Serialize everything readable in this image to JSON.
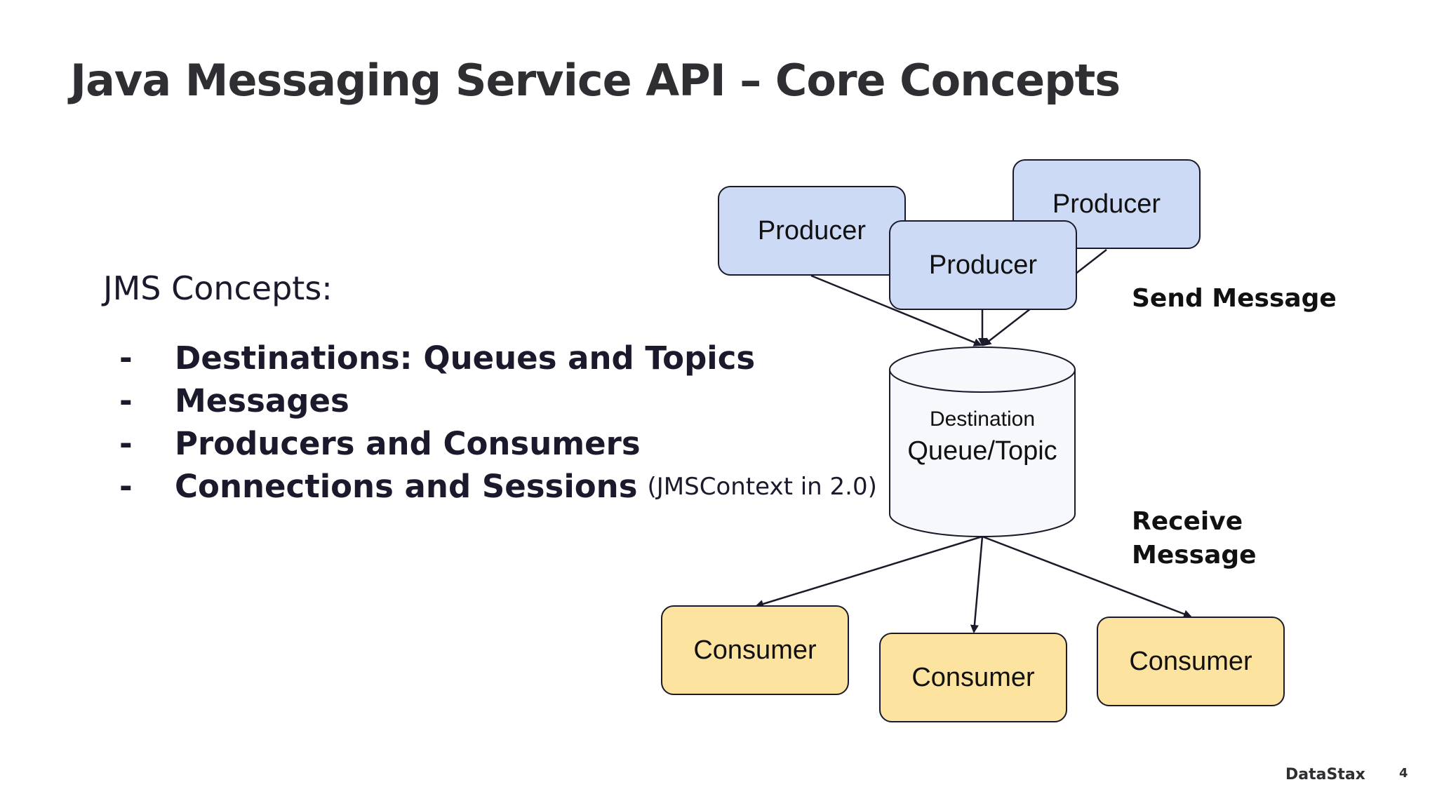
{
  "slide": {
    "title": "Java Messaging Service API – Core Concepts",
    "page_number": "4",
    "brand": "DataStax"
  },
  "concepts": {
    "heading": "JMS Concepts:",
    "bullet_marker": "-",
    "items": [
      {
        "text": "Destinations: Queues and Topics",
        "note": ""
      },
      {
        "text": "Messages",
        "note": ""
      },
      {
        "text": "Producers and Consumers",
        "note": ""
      },
      {
        "text": "Connections and Sessions",
        "note": "(JMSContext in 2.0)"
      }
    ]
  },
  "diagram": {
    "producers": [
      "Producer",
      "Producer",
      "Producer"
    ],
    "destination": {
      "caption": "Destination",
      "name": "Queue/Topic"
    },
    "consumers": [
      "Consumer",
      "Consumer",
      "Consumer"
    ],
    "send_label": "Send Message",
    "receive_label": "Receive Message",
    "colors": {
      "producer_fill": "#ccdaf6",
      "consumer_fill": "#fce3a0",
      "destination_fill": "#f7f8fc",
      "stroke": "#1a1a2a"
    }
  }
}
